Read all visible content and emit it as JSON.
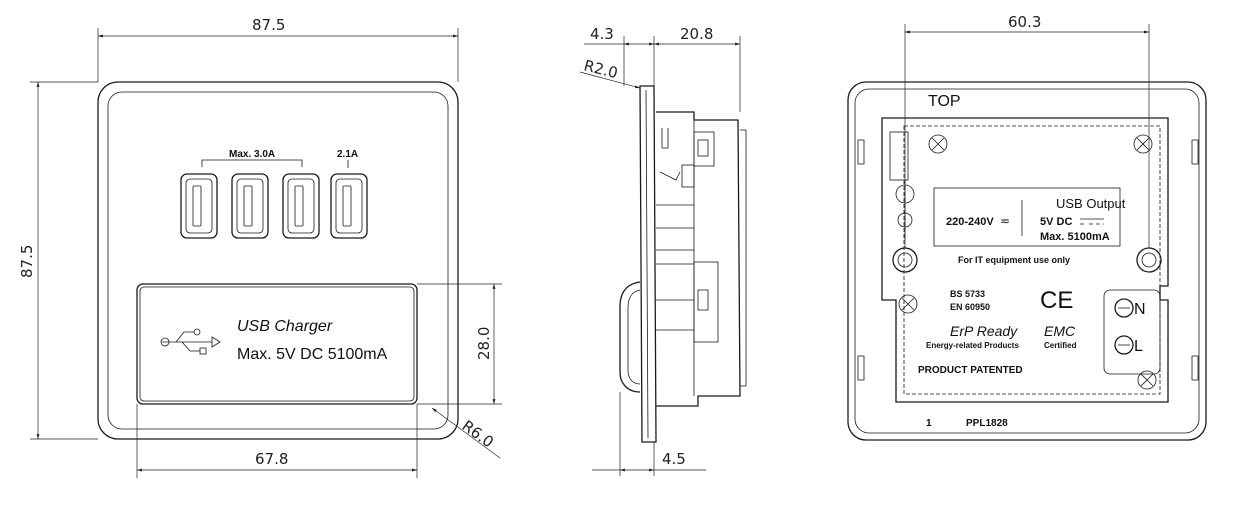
{
  "colors": {
    "line": "#1a1a1a",
    "background": "#ffffff"
  },
  "front": {
    "dim_width": "87.5",
    "dim_height": "87.5",
    "dim_window_height": "28.0",
    "dim_window_width": "67.8",
    "dim_corner_radius": "R6.0",
    "label_max_current": "Max. 3.0A",
    "label_single_port": "2.1A",
    "window_title": "USB  Charger",
    "window_rating": "Max. 5V DC 5100mA",
    "usb_icon": "usb-trident-icon"
  },
  "side": {
    "dim_plate": "4.3",
    "dim_depth": "20.8",
    "dim_radius": "R2.0",
    "dim_flange": "4.5"
  },
  "back": {
    "dim_mount": "60.3",
    "top_label": "TOP",
    "input_voltage": "220-240V",
    "ac_symbol": "≂",
    "output_title": "USB Output",
    "output_voltage": "5V DC",
    "output_current": "Max. 5100mA",
    "it_note": "For IT equipment use only",
    "standard_1": "BS 5733",
    "standard_2": "EN 60950",
    "ce_mark": "CE",
    "erp_title": "ErP Ready",
    "erp_sub": "Energy-related Products",
    "emc_title": "EMC",
    "emc_sub": "Certified",
    "terminal_n": "N",
    "terminal_l": "L",
    "patent": "PRODUCT PATENTED",
    "item_number": "1",
    "model": "PPL1828"
  }
}
